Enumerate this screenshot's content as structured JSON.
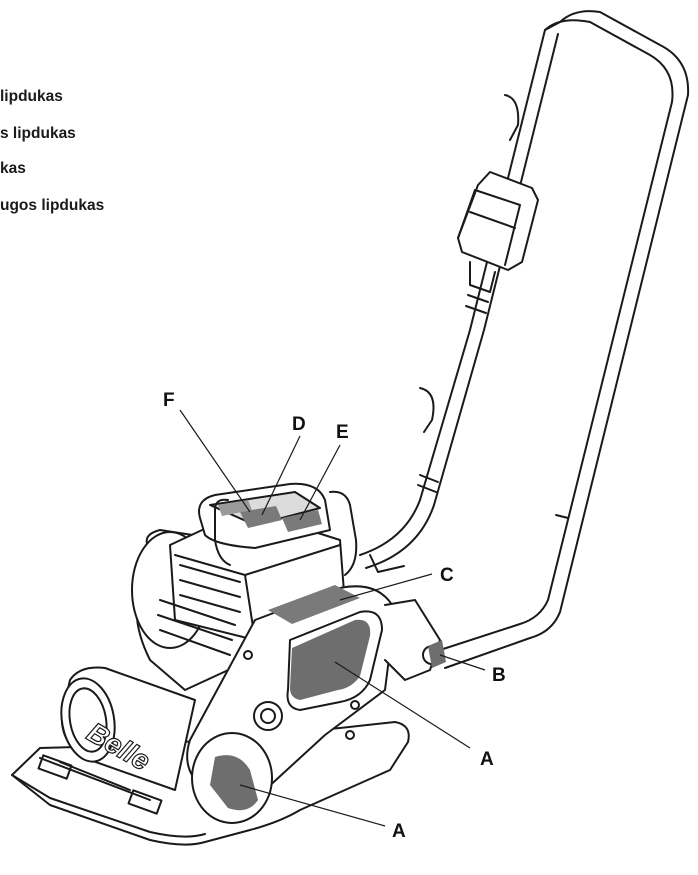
{
  "legend": [
    "lipdukas",
    "s lipdukas",
    "kas",
    "ugos lipdukas"
  ],
  "labels": {
    "a1": "A",
    "a2": "A",
    "b": "B",
    "c": "C",
    "d": "D",
    "e": "E",
    "f": "F"
  },
  "brand": "Belle",
  "colors": {
    "line": "#1a1a1a",
    "decal": "#6e6e6e",
    "decal_light": "#9a9a9a"
  }
}
